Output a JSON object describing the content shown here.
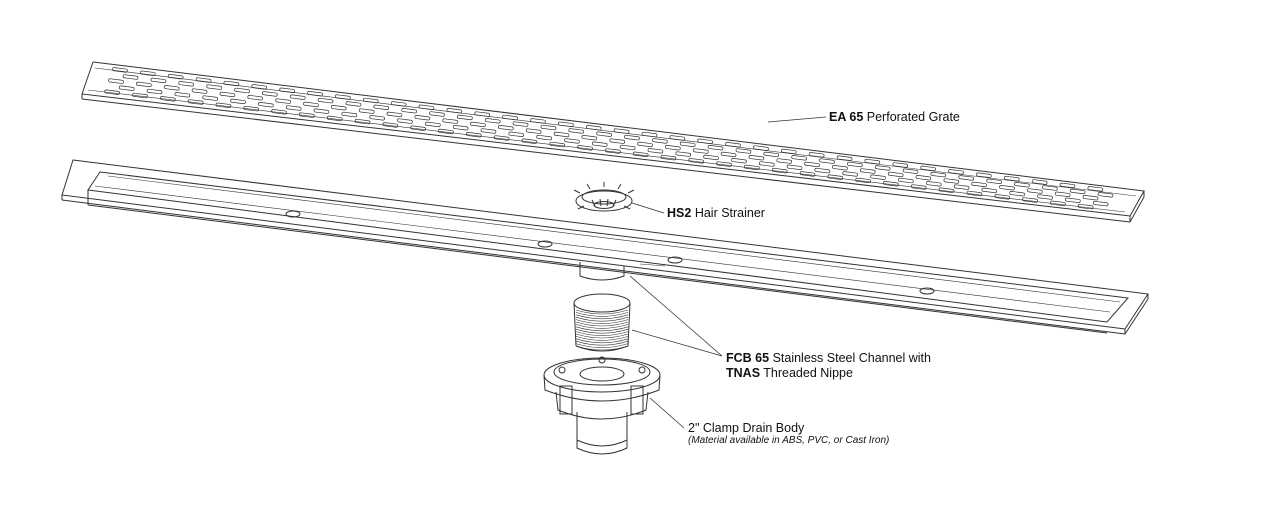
{
  "labels": {
    "grate": {
      "code": "EA 65",
      "text": "Perforated Grate"
    },
    "strainer": {
      "code": "HS2",
      "text": "Hair Strainer"
    },
    "channel": {
      "code": "FCB 65",
      "text": "Stainless Steel Channel with",
      "code2": "TNAS",
      "text2": "Threaded Nippe"
    },
    "drain_body": {
      "text": "2\" Clamp Drain Body",
      "note": "(Material available in ABS, PVC, or Cast Iron)"
    }
  }
}
